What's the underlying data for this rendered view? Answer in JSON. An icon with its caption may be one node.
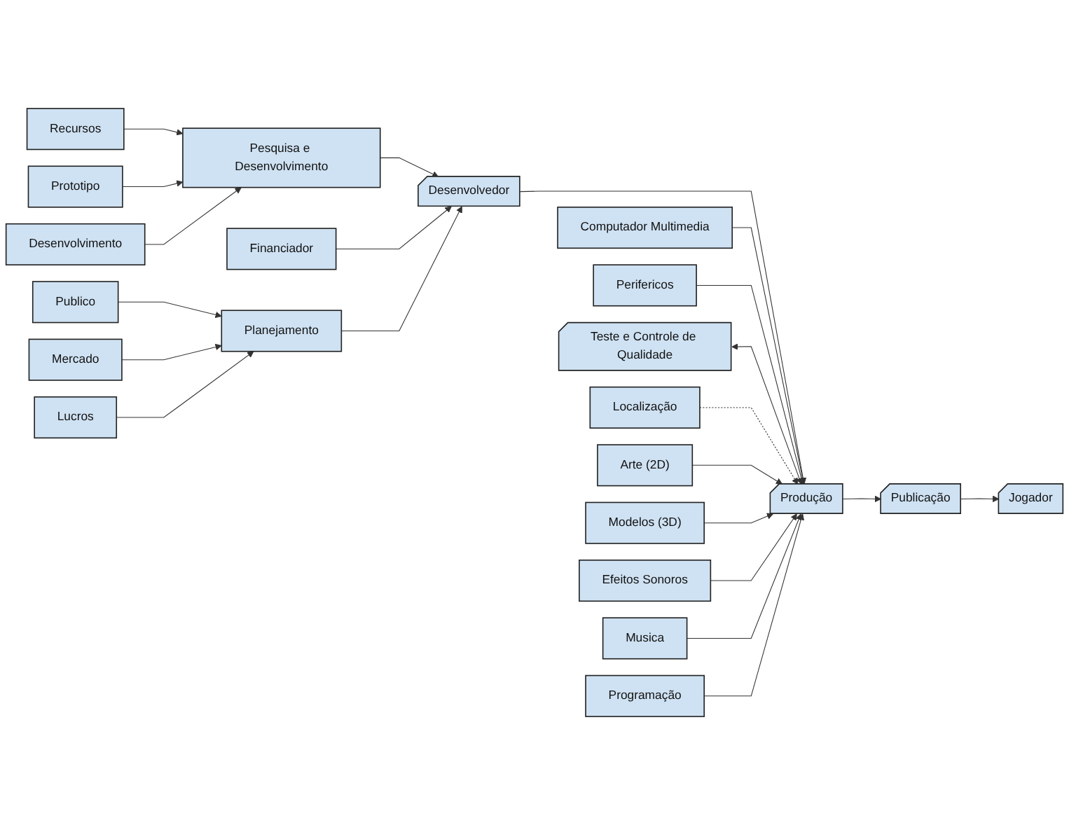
{
  "diagram": {
    "nodes": [
      {
        "text": [
          "Recursos"
        ]
      },
      {
        "text": [
          "Prototipo"
        ]
      },
      {
        "text": [
          "Desenvolvimento"
        ]
      },
      {
        "text": [
          "Pesquisa e Desenvolvimento"
        ]
      },
      {
        "text": [
          "Teste e Controle de Qualidade"
        ]
      },
      {
        "text": [
          "Computador Multimedia"
        ]
      },
      {
        "text": [
          "Perifericos"
        ]
      },
      {
        "text": [
          "Localização"
        ]
      },
      {
        "text": [
          "Financiador"
        ]
      },
      {
        "text": [
          "Desenvolvedor"
        ]
      },
      {
        "text": [
          "Produção"
        ]
      },
      {
        "text": [
          "Publicação"
        ]
      },
      {
        "text": [
          "Jogador"
        ]
      },
      {
        "text": [
          "Planejamento"
        ]
      },
      {
        "text": [
          "Publico"
        ]
      },
      {
        "text": [
          "Mercado"
        ]
      },
      {
        "text": [
          "Lucros"
        ]
      },
      {
        "text": [
          "Arte (2D)"
        ]
      },
      {
        "text": [
          "Modelos (3D)"
        ]
      },
      {
        "text": [
          "Efeitos Sonoros"
        ]
      },
      {
        "text": [
          "Musica"
        ]
      },
      {
        "text": [
          "Programação"
        ]
      }
    ],
    "edges": [
      {
        "from": 0,
        "to": 3,
        "arrow": "to"
      },
      {
        "from": 1,
        "to": 3,
        "arrow": "to"
      },
      {
        "from": 2,
        "to": 3,
        "arrow": "to"
      },
      {
        "from": 3,
        "to": 9,
        "arrow": "to"
      },
      {
        "from": 8,
        "to": 9,
        "arrow": "to"
      },
      {
        "from": 9,
        "to": 10,
        "arrow": "to"
      },
      {
        "from": 5,
        "to": 10,
        "arrow": "to"
      },
      {
        "from": 6,
        "to": 10,
        "arrow": "to"
      },
      {
        "from": 4,
        "to": 10,
        "arrow": "both"
      },
      {
        "from": 7,
        "to": 10,
        "arrow": "to",
        "style": "dashed"
      },
      {
        "from": 10,
        "to": 11,
        "arrow": "to"
      },
      {
        "from": 11,
        "to": 12,
        "arrow": "to"
      },
      {
        "from": 13,
        "to": 9,
        "arrow": "to"
      },
      {
        "from": 14,
        "to": 13,
        "arrow": "to"
      },
      {
        "from": 15,
        "to": 13,
        "arrow": "to"
      },
      {
        "from": 16,
        "to": 13,
        "arrow": "to"
      },
      {
        "from": 17,
        "to": 10,
        "arrow": "to"
      },
      {
        "from": 18,
        "to": 10,
        "arrow": "to"
      },
      {
        "from": 19,
        "to": 10,
        "arrow": "to"
      },
      {
        "from": 20,
        "to": 10,
        "arrow": "to"
      },
      {
        "from": 21,
        "to": 10,
        "arrow": "to"
      }
    ]
  }
}
